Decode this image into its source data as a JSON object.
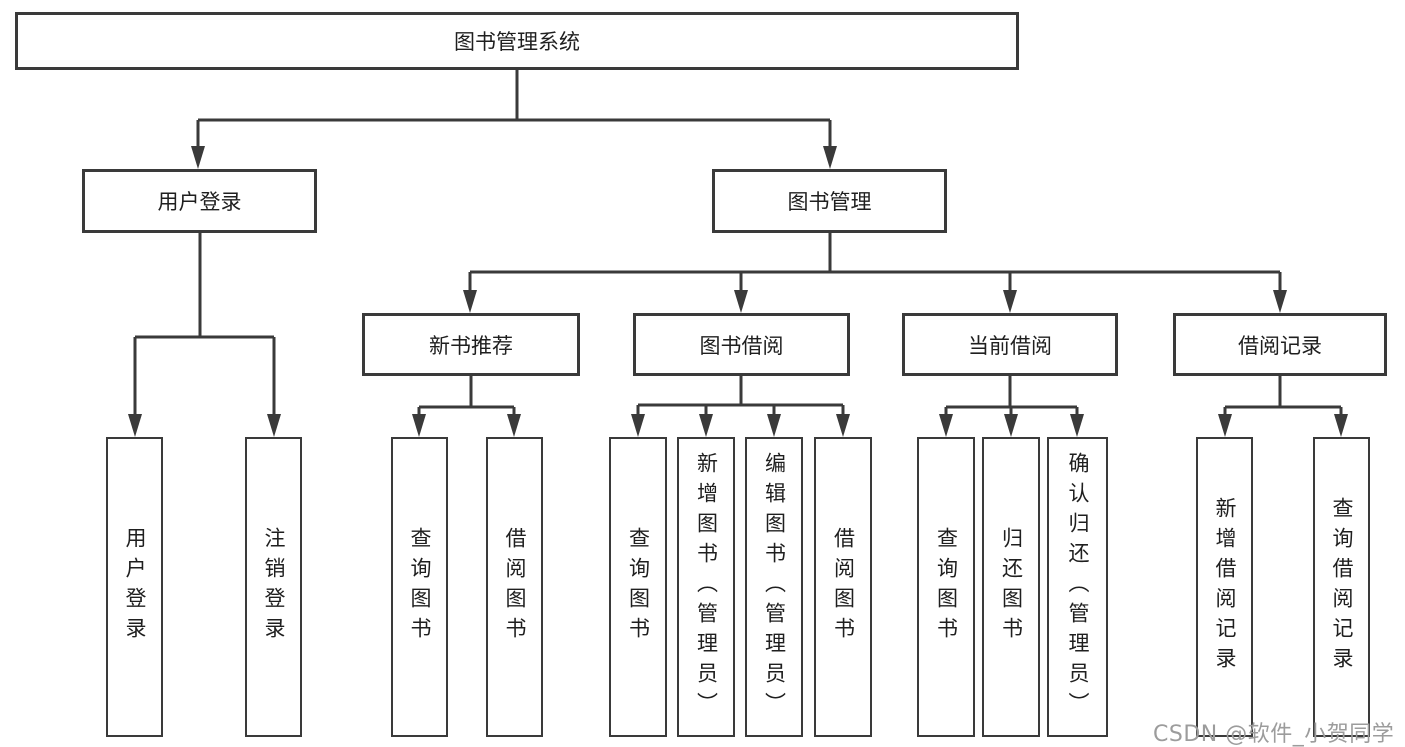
{
  "diagram": {
    "root": {
      "label": "图书管理系统"
    },
    "level2": [
      {
        "label": "用户登录",
        "children": [
          {
            "label": "用户登录"
          },
          {
            "label": "注销登录"
          }
        ]
      },
      {
        "label": "图书管理",
        "children": [
          {
            "label": "新书推荐",
            "children": [
              {
                "label": "查询图书"
              },
              {
                "label": "借阅图书"
              }
            ]
          },
          {
            "label": "图书借阅",
            "children": [
              {
                "label": "查询图书"
              },
              {
                "label": "新增图书（管理员）"
              },
              {
                "label": "编辑图书（管理员）"
              },
              {
                "label": "借阅图书"
              }
            ]
          },
          {
            "label": "当前借阅",
            "children": [
              {
                "label": "查询图书"
              },
              {
                "label": "归还图书"
              },
              {
                "label": "确认归还（管理员）"
              }
            ]
          },
          {
            "label": "借阅记录",
            "children": [
              {
                "label": "新增借阅记录"
              },
              {
                "label": "查询借阅记录"
              }
            ]
          }
        ]
      }
    ]
  },
  "watermark": {
    "label": "CSDN @软件_小贺同学"
  },
  "colors": {
    "line": "#3a3a3a",
    "text": "#1f1f1f",
    "box_background": "#ffffff",
    "watermark": "#9c9c9c"
  }
}
